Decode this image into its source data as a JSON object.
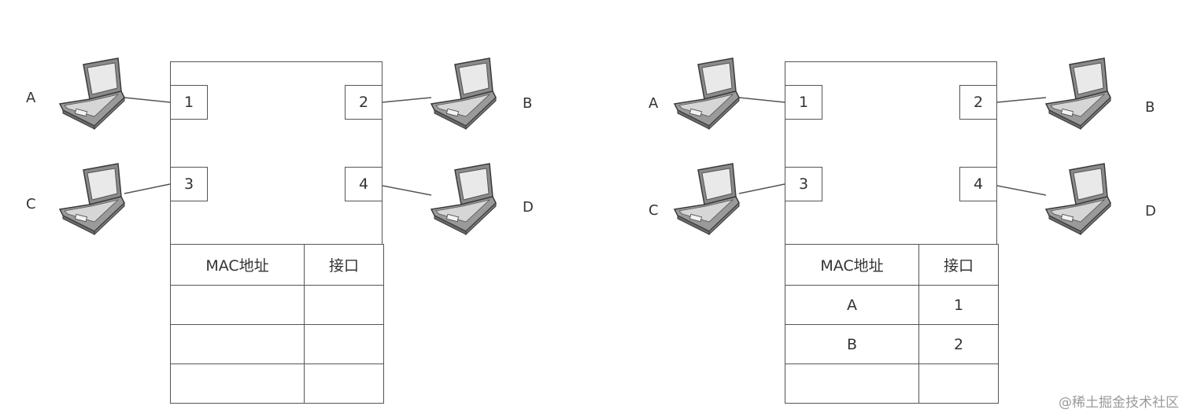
{
  "diagrams": [
    {
      "ports": [
        "1",
        "2",
        "3",
        "4"
      ],
      "hosts": [
        "A",
        "B",
        "C",
        "D"
      ],
      "table": {
        "headers": [
          "MAC地址",
          "接口"
        ],
        "rows": [
          [
            "",
            ""
          ],
          [
            "",
            ""
          ],
          [
            "",
            ""
          ]
        ]
      }
    },
    {
      "ports": [
        "1",
        "2",
        "3",
        "4"
      ],
      "hosts": [
        "A",
        "B",
        "C",
        "D"
      ],
      "table": {
        "headers": [
          "MAC地址",
          "接口"
        ],
        "rows": [
          [
            "A",
            "1"
          ],
          [
            "B",
            "2"
          ],
          [
            "",
            ""
          ]
        ]
      }
    }
  ],
  "watermark": "@稀土掘金技术社区",
  "icons": {
    "host": "laptop-icon"
  }
}
